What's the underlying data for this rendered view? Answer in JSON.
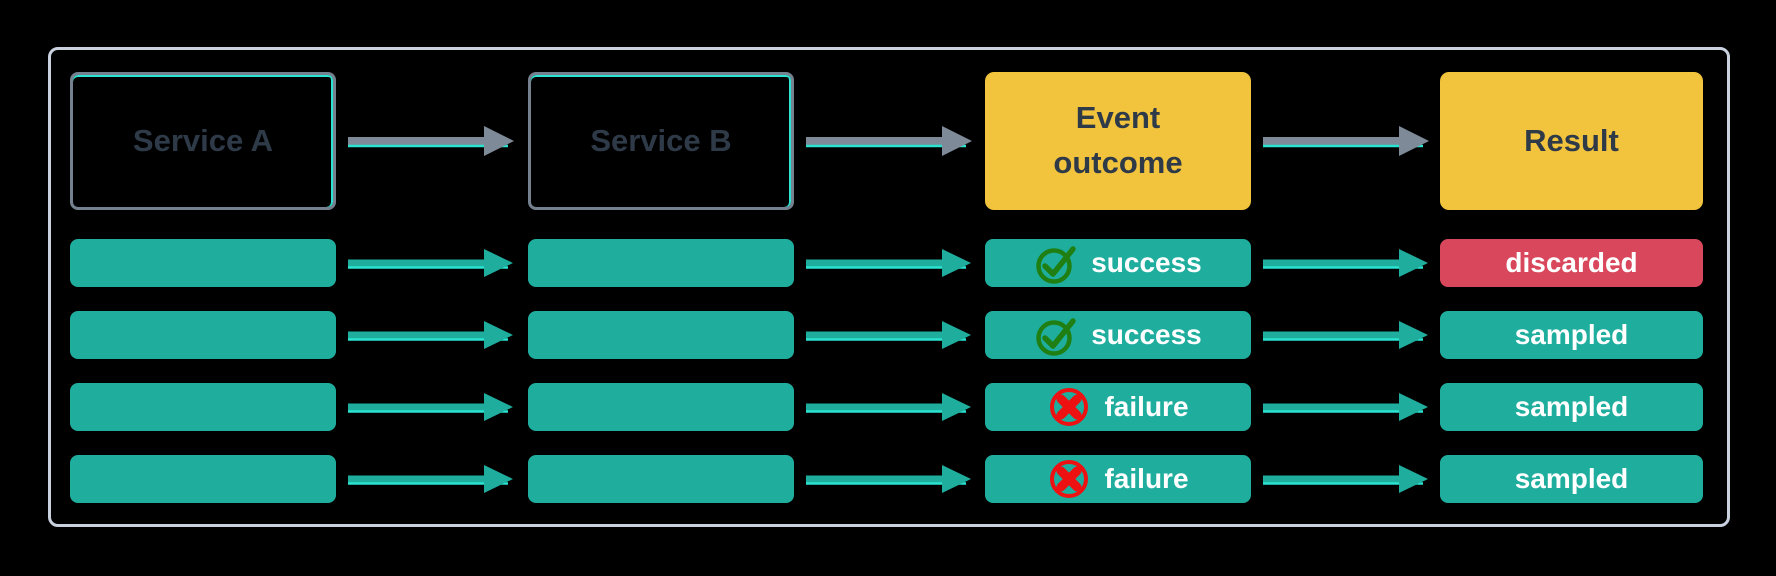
{
  "palette": {
    "background": "#000000",
    "frame_border": "#C9D1DF",
    "teal": "#1FAE9E",
    "cyan_accent": "#2BE3D1",
    "yellow": "#F2C33D",
    "red": "#D8475C",
    "slate_text": "#2E3A48",
    "gray_arrow": "#7E8A97",
    "check_icon_green": "#1F7F12",
    "x_icon_red": "#ED1111",
    "badge_text": "#FFFFFF"
  },
  "flow_header": {
    "stages": [
      {
        "label": "Service A",
        "type": "service"
      },
      {
        "label": "Service B",
        "type": "service"
      },
      {
        "label": "Event outcome",
        "type": "stage"
      },
      {
        "label": "Result",
        "type": "stage"
      }
    ]
  },
  "trace_rows": [
    {
      "outcome_label": "success",
      "outcome_icon": "check-circle-icon",
      "result_label": "discarded",
      "result_status": "discarded"
    },
    {
      "outcome_label": "success",
      "outcome_icon": "check-circle-icon",
      "result_label": "sampled",
      "result_status": "sampled"
    },
    {
      "outcome_label": "failure",
      "outcome_icon": "x-circle-icon",
      "result_label": "sampled",
      "result_status": "sampled"
    },
    {
      "outcome_label": "failure",
      "outcome_icon": "x-circle-icon",
      "result_label": "sampled",
      "result_status": "sampled"
    }
  ]
}
